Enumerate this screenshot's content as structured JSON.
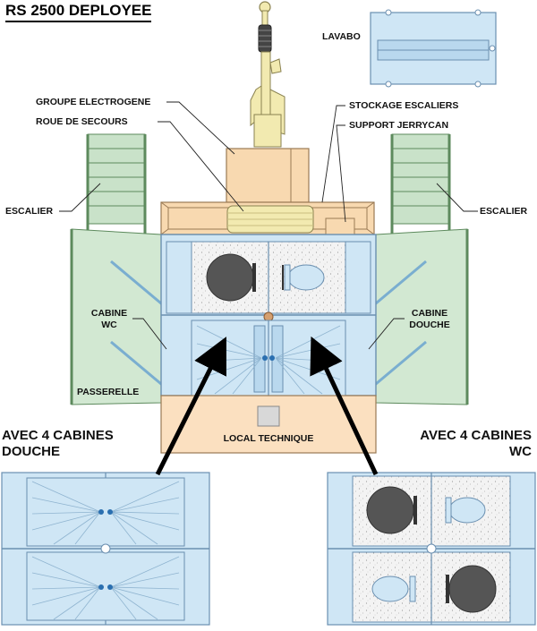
{
  "title": "RS 2500 DEPLOYEE",
  "labels": {
    "lavabo": "LAVABO",
    "groupe_electrogene": "GROUPE ELECTROGENE",
    "roue_de_secours": "ROUE DE SECOURS",
    "stockage_escaliers": "STOCKAGE ESCALIERS",
    "support_jerrycan": "SUPPORT JERRYCAN",
    "escalier_left": "ESCALIER",
    "escalier_right": "ESCALIER",
    "cabine_wc_line1": "CABINE",
    "cabine_wc_line2": "WC",
    "cabine_douche_line1": "CABINE",
    "cabine_douche_line2": "DOUCHE",
    "passerelle": "PASSERELLE",
    "local_technique": "LOCAL TECHNIQUE",
    "avec_douche_line1": "AVEC 4 CABINES",
    "avec_douche_line2": "DOUCHE",
    "avec_wc_line1": "AVEC 4 CABINES",
    "avec_wc_line2": "WC"
  },
  "colors": {
    "cabin_blue": "#cfe6f5",
    "cabin_stroke": "#6a8fb0",
    "passerelle_green": "#d2e8d2",
    "stair_green": "#c9e2c9",
    "local_orange": "#fbe0c0",
    "generator_orange": "#f8d9b0",
    "tow_yellow": "#f2eab0",
    "toilet_dark": "#555555"
  }
}
